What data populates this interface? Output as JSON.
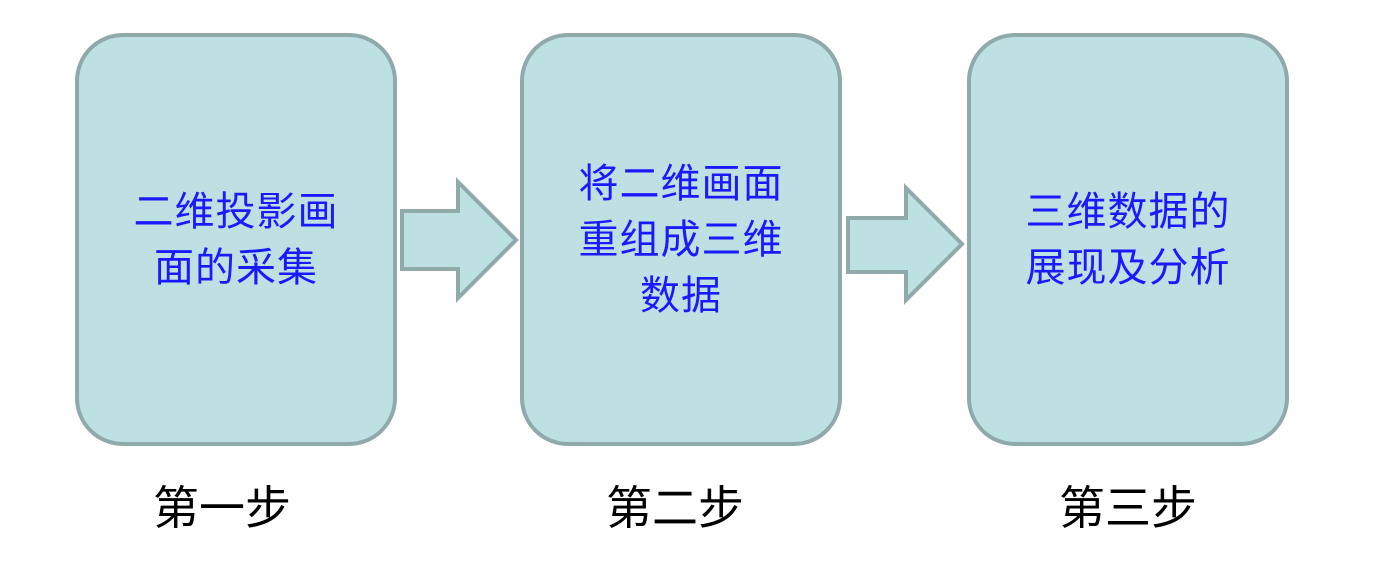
{
  "steps": [
    {
      "lines": [
        "二维投影画",
        "面的采集"
      ],
      "label": "第一步"
    },
    {
      "lines": [
        "将二维画面",
        "重组成三维",
        "数据"
      ],
      "label": "第二步"
    },
    {
      "lines": [
        "三维数据的",
        "展现及分析"
      ],
      "label": "第三步"
    }
  ],
  "colors": {
    "fill": "#bde0e3",
    "stroke": "#90a9ab",
    "text": "#1a1aff"
  }
}
